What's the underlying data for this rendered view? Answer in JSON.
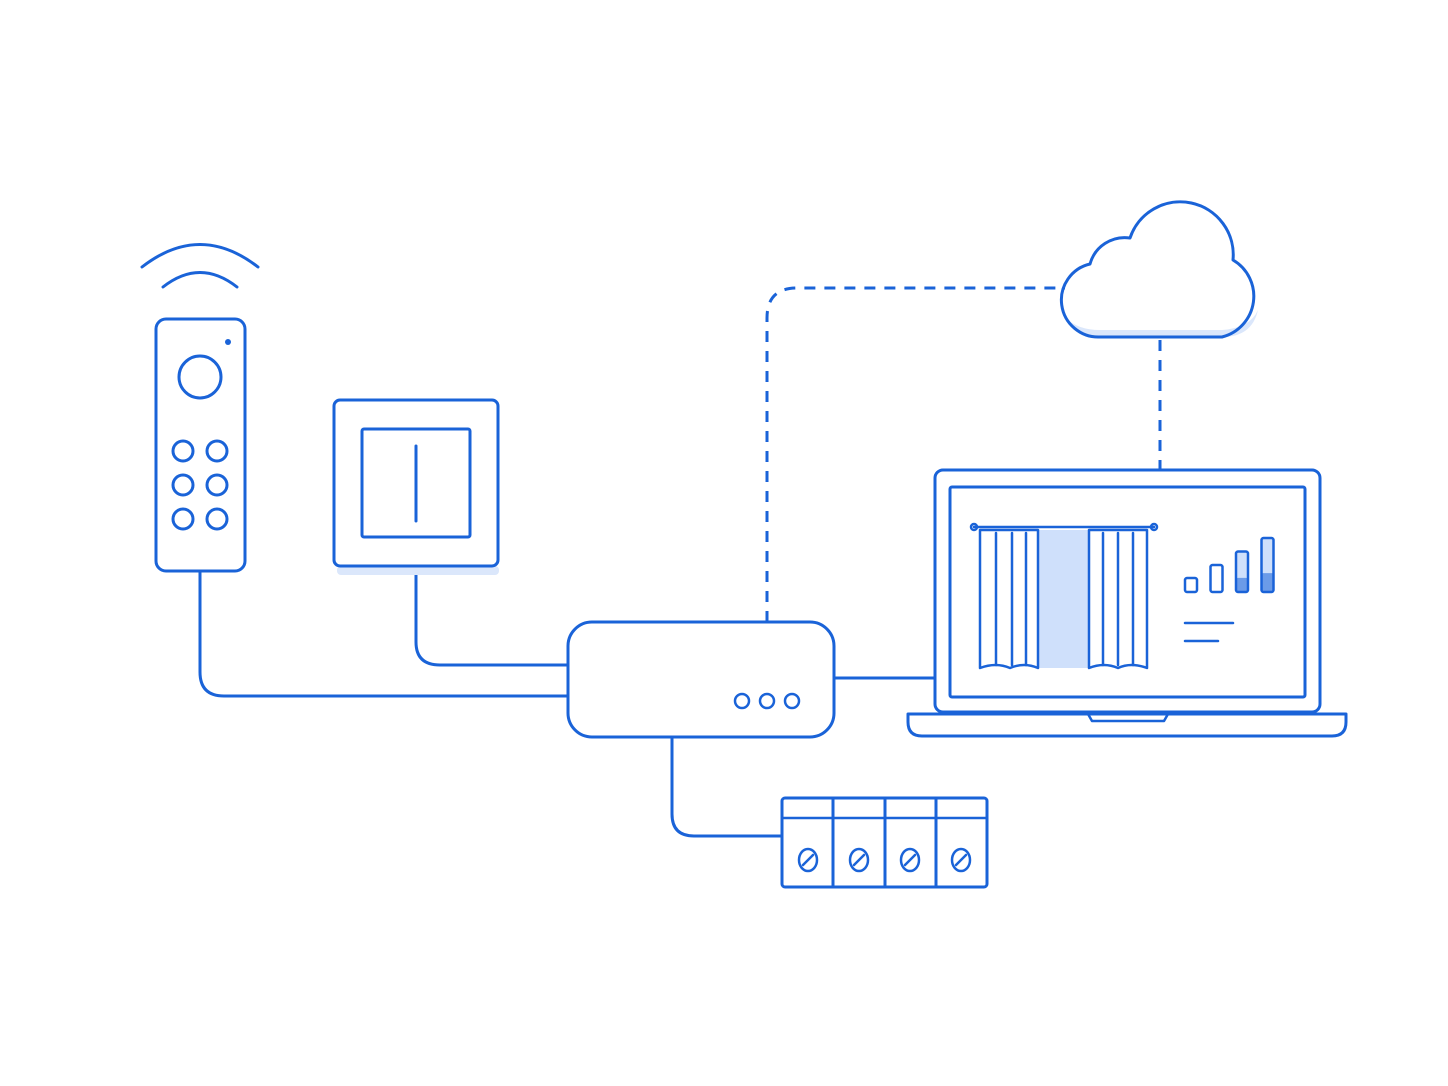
{
  "colors": {
    "line": "#1a63d8",
    "fill_light": "#cfe0fb",
    "shadow": "#dbe7fb",
    "background": "#ffffff"
  },
  "nodes": [
    {
      "name": "remote-control",
      "icon": "remote-control-icon"
    },
    {
      "name": "wall-switch",
      "icon": "wall-switch-icon"
    },
    {
      "name": "gateway-hub",
      "icon": "hub-icon"
    },
    {
      "name": "cloud",
      "icon": "cloud-icon"
    },
    {
      "name": "laptop",
      "icon": "laptop-icon"
    },
    {
      "name": "curtain-motors",
      "icon": "motor-modules-icon"
    }
  ],
  "edges": [
    {
      "from": "remote-control",
      "to": "gateway-hub",
      "style": "solid"
    },
    {
      "from": "wall-switch",
      "to": "gateway-hub",
      "style": "solid"
    },
    {
      "from": "gateway-hub",
      "to": "laptop",
      "style": "solid"
    },
    {
      "from": "gateway-hub",
      "to": "curtain-motors",
      "style": "solid"
    },
    {
      "from": "gateway-hub",
      "to": "cloud",
      "style": "dashed"
    },
    {
      "from": "cloud",
      "to": "laptop",
      "style": "dashed"
    }
  ],
  "screen": {
    "signal_bar_levels": [
      0.25,
      0.5,
      0.75,
      1.0
    ]
  }
}
